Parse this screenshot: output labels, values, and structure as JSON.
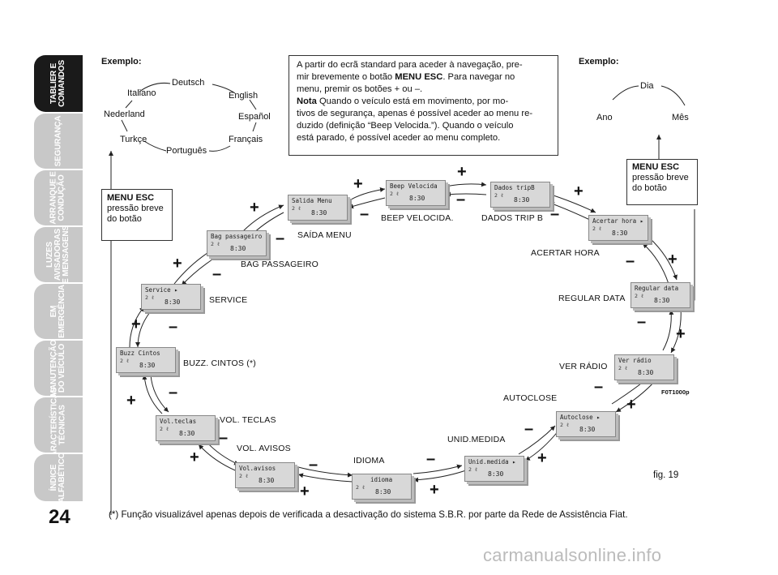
{
  "page_number": "24",
  "sidebar": [
    {
      "label": "TABLIER E\nCOMANDOS",
      "active": true
    },
    {
      "label": "SEGURANÇA",
      "active": false
    },
    {
      "label": "ARRANQUE E\nCONDUÇÃO",
      "active": false
    },
    {
      "label": "LUZES\nAVISADORAS\nE MENSAGENS",
      "active": false
    },
    {
      "label": "EM\nEMERGÊNCIA",
      "active": false
    },
    {
      "label": "MANUTENÇÃO\nDO VEÍCULO",
      "active": false
    },
    {
      "label": "CARACTERÍSTICAS\nTÉCNICAS",
      "active": false
    },
    {
      "label": "ÍNDICE\nALFABÉTICO",
      "active": false
    }
  ],
  "left_example": {
    "title": "Exemplo:",
    "languages": [
      "Deutsch",
      "English",
      "Español",
      "Français",
      "Português",
      "Turkçe",
      "Nederland",
      "Italiano"
    ]
  },
  "right_example": {
    "title": "Exemplo:",
    "items": [
      "Dia",
      "Mês",
      "Ano"
    ]
  },
  "info_box": {
    "line1": "A partir do ecrã standard para aceder à navegação, pre-",
    "line2a": "mir brevemente o botão ",
    "line2b": "MENU ESC",
    "line2c": ". Para navegar no",
    "line3": "menu, premir os botões + ou –.",
    "line4a": "Nota",
    "line4b": " Quando o veículo está em movimento, por mo-",
    "line5": "tivos de segurança, apenas é possível aceder ao menu re-",
    "line6": "duzido (definição “Beep Velocida.”). Quando o veículo",
    "line7": "está parado, é possível aceder ao menu completo."
  },
  "menu_esc_left": {
    "title": "MENU ESC",
    "line1": "pressão breve",
    "line2": "do botão"
  },
  "menu_esc_right": {
    "title": "MENU ESC",
    "line1": "pressão breve",
    "line2": "do botão"
  },
  "screen_common": {
    "icon": "2 ℓ",
    "clock": "8:30"
  },
  "screens": [
    {
      "display": "Salida Menu",
      "label": "SAÍDA MENU"
    },
    {
      "display": "Beep Velocida",
      "label": "BEEP VELOCIDA."
    },
    {
      "display": "Dados tripB",
      "label": "DADOS TRIP B"
    },
    {
      "display": "Acertar hora ▸",
      "label": "ACERTAR HORA"
    },
    {
      "display": "Regular data",
      "label": "REGULAR DATA"
    },
    {
      "display": "Ver rádio",
      "label": "VER RÁDIO"
    },
    {
      "display": "Autoclose ▸",
      "label": "AUTOCLOSE"
    },
    {
      "display": "Unid.medida ▸",
      "label": "UNID.MEDIDA"
    },
    {
      "display": "idioma",
      "label": "IDIOMA"
    },
    {
      "display": "Vol.avisos",
      "label": "VOL. AVISOS"
    },
    {
      "display": "Vol.teclas",
      "label": "VOL. TECLAS"
    },
    {
      "display": "Buzz Cintos",
      "label": "BUZZ. CINTOS (*)"
    },
    {
      "display": "Service ▸",
      "label": "SERVICE"
    },
    {
      "display": "Bag passageiro",
      "label": "BAG PASSAGEIRO"
    }
  ],
  "figure_code": "F0T1000p",
  "figure_caption": "fig. 19",
  "footnote": "(*) Função visualizável apenas depois de verificada a desactivação do sistema S.B.R. por parte da Rede de Assistência Fiat.",
  "plus": "+",
  "minus": "–",
  "watermark": "carmanualsonline.info"
}
